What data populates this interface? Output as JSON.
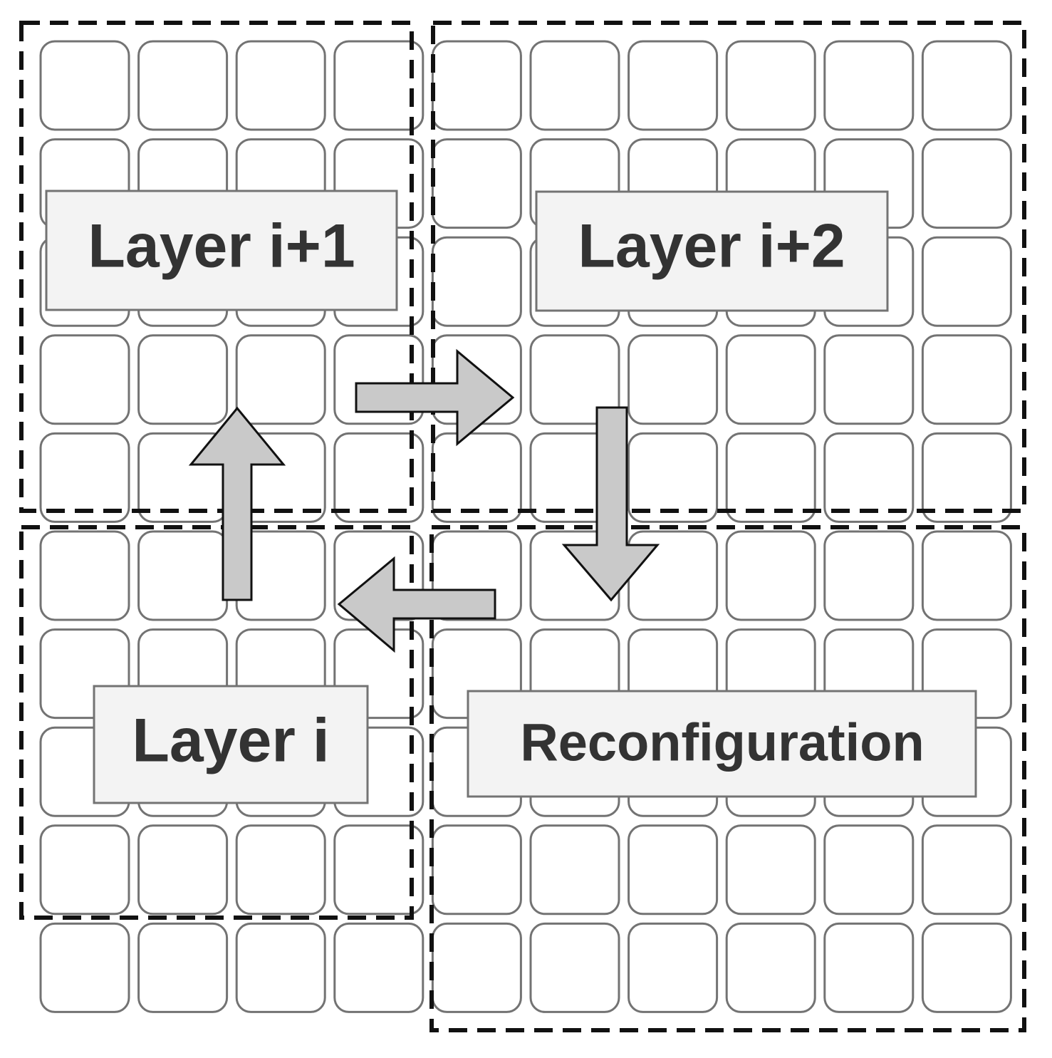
{
  "grid": {
    "rows": 10,
    "cols": 10
  },
  "labels": {
    "layer_i1": "Layer i+1",
    "layer_i2": "Layer i+2",
    "layer_i": "Layer i",
    "reconfiguration": "Reconfiguration"
  },
  "colors": {
    "cell_stroke": "#737373",
    "label_fill": "#f3f3f3",
    "label_text": "#333333",
    "arrow_fill": "#c9c9c9",
    "dashed_border": "#111111"
  },
  "arrows": [
    {
      "from": "Layer i",
      "to": "Layer i+1",
      "direction": "up"
    },
    {
      "from": "Layer i+1",
      "to": "Layer i+2",
      "direction": "right"
    },
    {
      "from": "Layer i+2",
      "to": "Reconfiguration",
      "direction": "down"
    },
    {
      "from": "Reconfiguration",
      "to": "Layer i",
      "direction": "left"
    }
  ]
}
